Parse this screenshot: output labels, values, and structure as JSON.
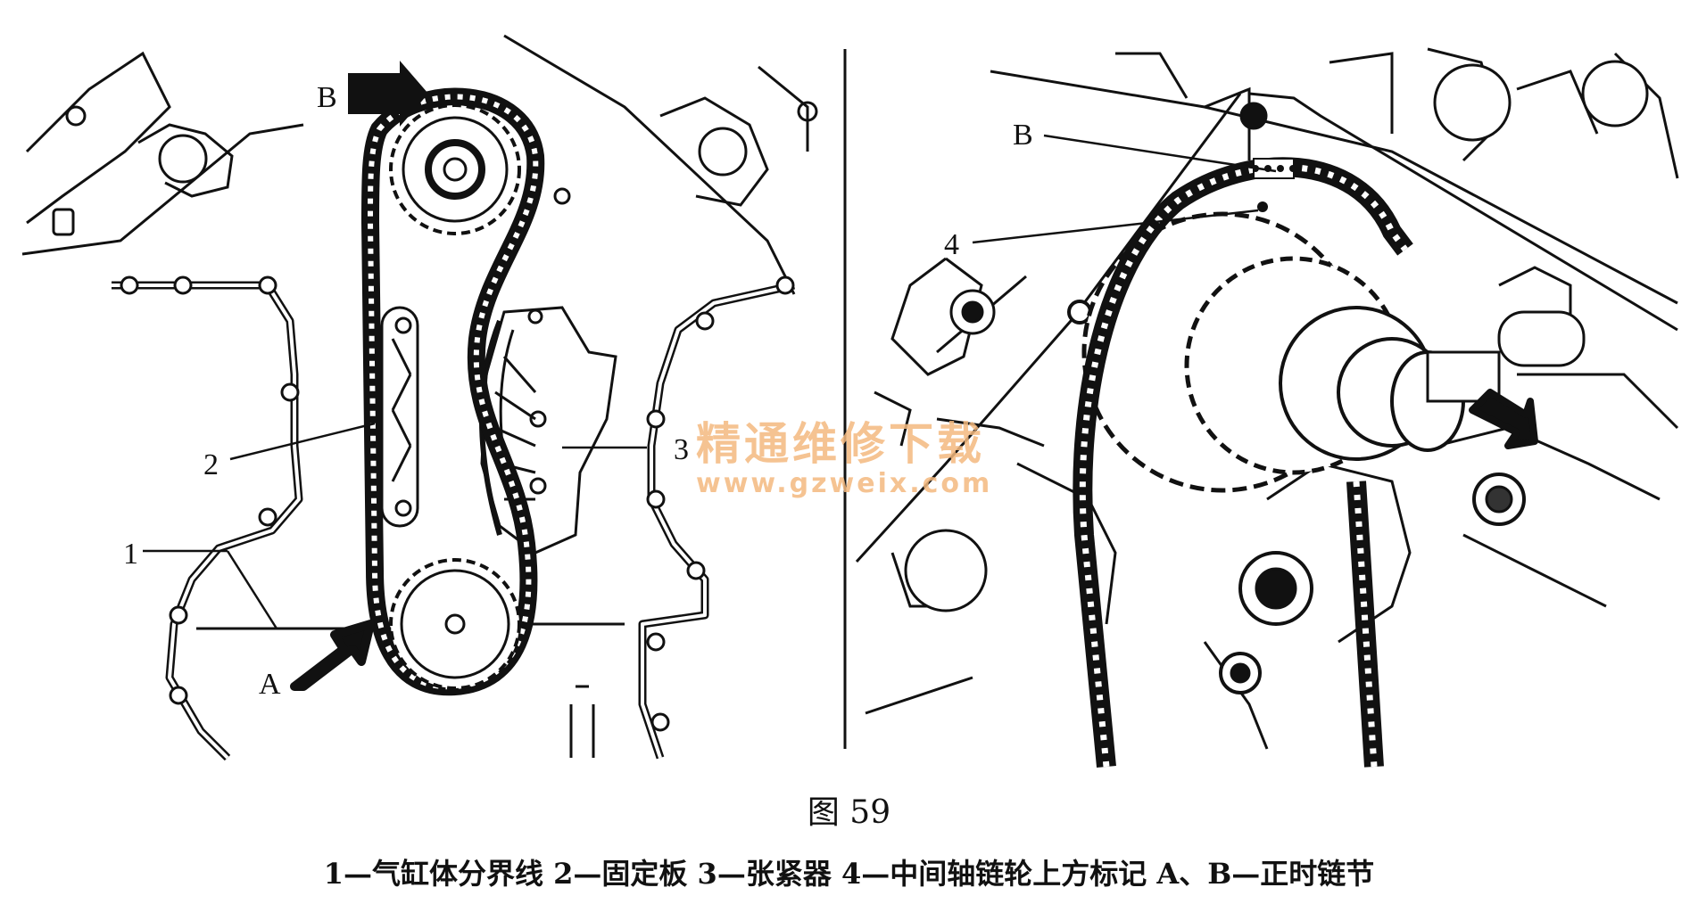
{
  "diagram": {
    "left_labels": {
      "B": "B",
      "A": "A",
      "n1": "1",
      "n2": "2",
      "n3": "3"
    },
    "right_labels": {
      "B": "B",
      "n4": "4"
    },
    "watermark": {
      "line1": "精通维修下载",
      "line2": "www.gzweix.com",
      "color": "#f4b97f"
    }
  },
  "figure_title": "图 59",
  "caption": "1—气缸体分界线   2—固定板   3—张紧器   4—中间轴链轮上方标记   A、B—正时链节",
  "colors": {
    "ink": "#111111",
    "paper": "#ffffff"
  }
}
